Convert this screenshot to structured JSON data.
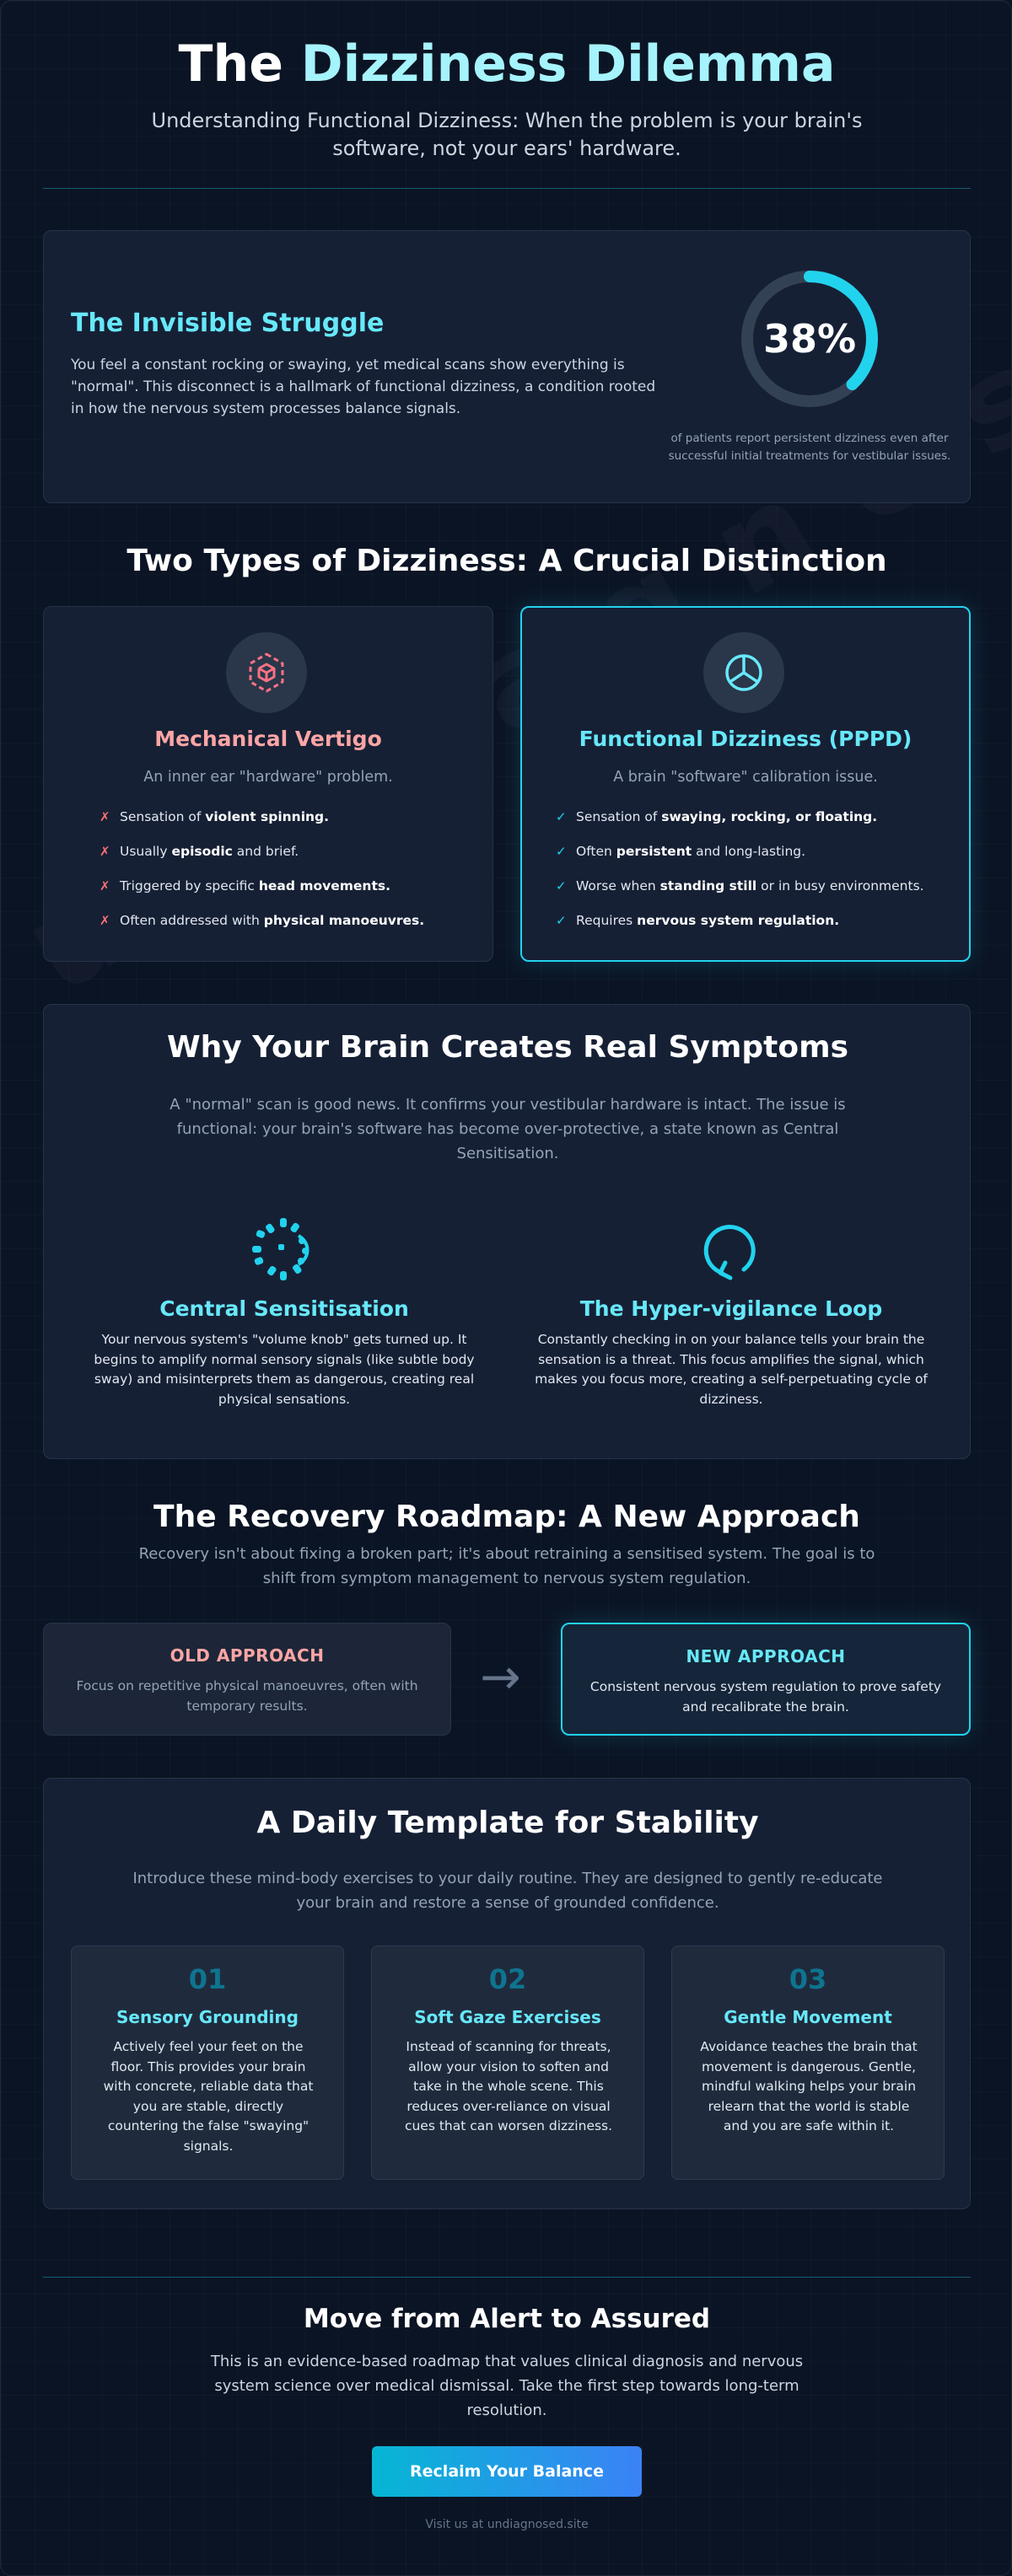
{
  "header": {
    "title_plain": "The ",
    "title_accent": "Dizziness Dilemma",
    "subtitle": "Understanding Functional Dizziness: When the problem is your brain's software, not your ears' hardware."
  },
  "watermark": "undiagnosed.site",
  "stat_card": {
    "heading": "The Invisible Struggle",
    "text": "You feel a constant rocking or swaying, yet medical scans show everything is \"normal\". This disconnect is a hallmark of functional dizziness, a condition rooted in how the nervous system processes balance signals.",
    "percent": 38,
    "percent_label": "38%",
    "caption": "of patients report persistent dizziness even after successful initial treatments for vestibular issues."
  },
  "types": {
    "heading": "Two Types of Dizziness: A Crucial Distinction",
    "mechanical": {
      "name": "Mechanical Vertigo",
      "desc": "An inner ear \"hardware\" problem.",
      "mark": "✗",
      "items": [
        {
          "pre": "Sensation of ",
          "bold": "violent spinning.",
          "post": ""
        },
        {
          "pre": "Usually ",
          "bold": "episodic",
          "post": " and brief."
        },
        {
          "pre": "Triggered by specific ",
          "bold": "head movements.",
          "post": ""
        },
        {
          "pre": "Often addressed with ",
          "bold": "physical manoeuvres.",
          "post": ""
        }
      ]
    },
    "functional": {
      "name": "Functional Dizziness (PPPD)",
      "desc": "A brain \"software\" calibration issue.",
      "mark": "✓",
      "items": [
        {
          "pre": "Sensation of ",
          "bold": "swaying, rocking, or floating.",
          "post": ""
        },
        {
          "pre": "Often ",
          "bold": "persistent",
          "post": " and long-lasting."
        },
        {
          "pre": "Worse when ",
          "bold": "standing still",
          "post": " or in busy environments."
        },
        {
          "pre": "Requires ",
          "bold": "nervous system regulation.",
          "post": ""
        }
      ]
    }
  },
  "brain": {
    "heading": "Why Your Brain Creates Real Symptoms",
    "intro": "A \"normal\" scan is good news. It confirms your vestibular hardware is intact. The issue is functional: your brain's software has become over-protective, a state known as Central Sensitisation.",
    "mechanisms": [
      {
        "title": "Central Sensitisation",
        "text": "Your nervous system's \"volume knob\" gets turned up. It begins to amplify normal sensory signals (like subtle body sway) and misinterprets them as dangerous, creating real physical sensations."
      },
      {
        "title": "The Hyper-vigilance Loop",
        "text": "Constantly checking in on your balance tells your brain the sensation is a threat. This focus amplifies the signal, which makes you focus more, creating a self-perpetuating cycle of dizziness."
      }
    ]
  },
  "roadmap": {
    "heading": "The Recovery Roadmap: A New Approach",
    "subtitle": "Recovery isn't about fixing a broken part; it's about retraining a sensitised system. The goal is to shift from symptom management to nervous system regulation.",
    "old": {
      "label": "OLD APPROACH",
      "text": "Focus on repetitive physical manoeuvres, often with temporary results."
    },
    "arrow": "→",
    "new": {
      "label": "NEW APPROACH",
      "text": "Consistent nervous system regulation to prove safety and recalibrate the brain."
    }
  },
  "daily": {
    "heading": "A Daily Template for Stability",
    "intro": "Introduce these mind-body exercises to your daily routine. They are designed to gently re-educate your brain and restore a sense of grounded confidence.",
    "steps": [
      {
        "num": "01",
        "title": "Sensory Grounding",
        "text": "Actively feel your feet on the floor. This provides your brain with concrete, reliable data that you are stable, directly countering the false \"swaying\" signals."
      },
      {
        "num": "02",
        "title": "Soft Gaze Exercises",
        "text": "Instead of scanning for threats, allow your vision to soften and take in the whole scene. This reduces over-reliance on visual cues that can worsen dizziness."
      },
      {
        "num": "03",
        "title": "Gentle Movement",
        "text": "Avoidance teaches the brain that movement is dangerous. Gentle, mindful walking helps your brain relearn that the world is stable and you are safe within it."
      }
    ]
  },
  "footer": {
    "title": "Move from Alert to Assured",
    "text": "This is an evidence-based roadmap that values clinical diagnosis and nervous system science over medical dismissal. Take the first step towards long-term resolution.",
    "cta": "Reclaim Your Balance",
    "visit": "Visit us at undiagnosed.site"
  },
  "colors": {
    "accent": "#22d3ee",
    "accent_light": "#67e8f9",
    "warning": "#fca5a5",
    "background": "#0b1424",
    "card": "#162035"
  },
  "icons": {
    "mechanical": "cube-icon",
    "functional": "pie-icon",
    "sensitisation": "burst-icon",
    "hypervigilance": "loop-arrow-icon"
  }
}
